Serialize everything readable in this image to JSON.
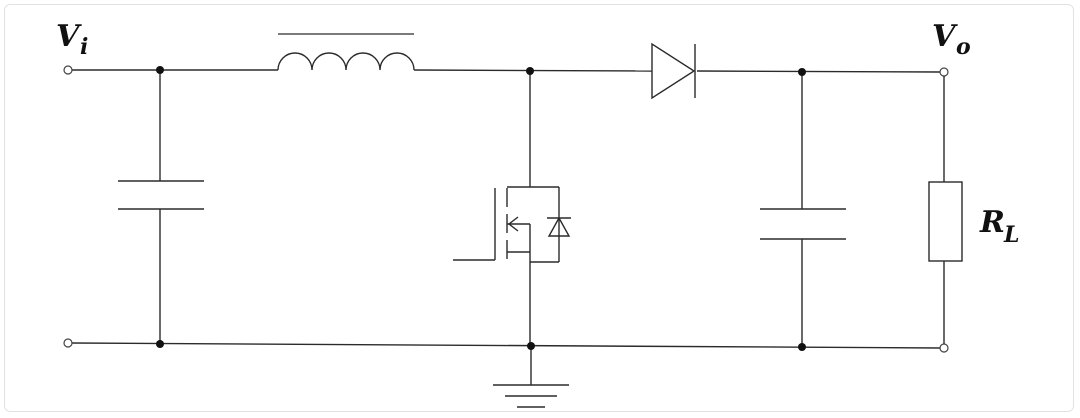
{
  "labels": {
    "vin_main": "V",
    "vin_sub": "i",
    "vout_main": "V",
    "vout_sub": "o",
    "load_main": "R",
    "load_sub": "L"
  },
  "colors": {
    "wire": "#2b2b2b",
    "node": "#111111",
    "background": "#ffffff"
  }
}
